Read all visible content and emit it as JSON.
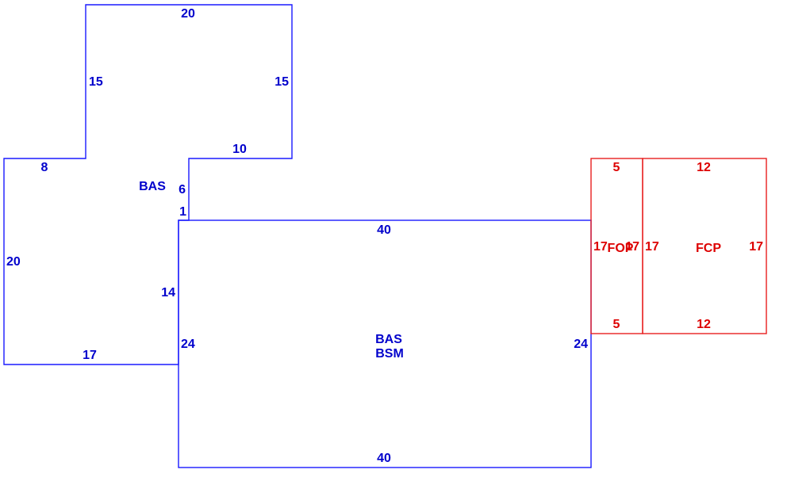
{
  "colors": {
    "main_structure": "#1a1aff",
    "main_text": "#0000cc",
    "porch_structure": "#e82020",
    "porch_text": "#dd0000",
    "background": "#ffffff"
  },
  "main_structure": {
    "upper_wing": {
      "top": "20",
      "left": "15",
      "right": "15",
      "inner_bottom": "10"
    },
    "left_wing": {
      "top": "8",
      "left": "20",
      "bottom": "17",
      "right": "14",
      "area_code": "BAS"
    },
    "connector": {
      "step_vertical": "6",
      "step_horizontal": "1"
    },
    "main_rect": {
      "top": "40",
      "bottom": "40",
      "left": "24",
      "right": "24",
      "area_code_primary": "BAS",
      "area_code_secondary": "BSM"
    }
  },
  "porches": {
    "fop": {
      "area_code": "FOP",
      "top": "5",
      "bottom": "5",
      "left": "17",
      "right": "17"
    },
    "fcp": {
      "area_code": "FCP",
      "top": "12",
      "bottom": "12",
      "left": "17",
      "right": "17"
    }
  }
}
